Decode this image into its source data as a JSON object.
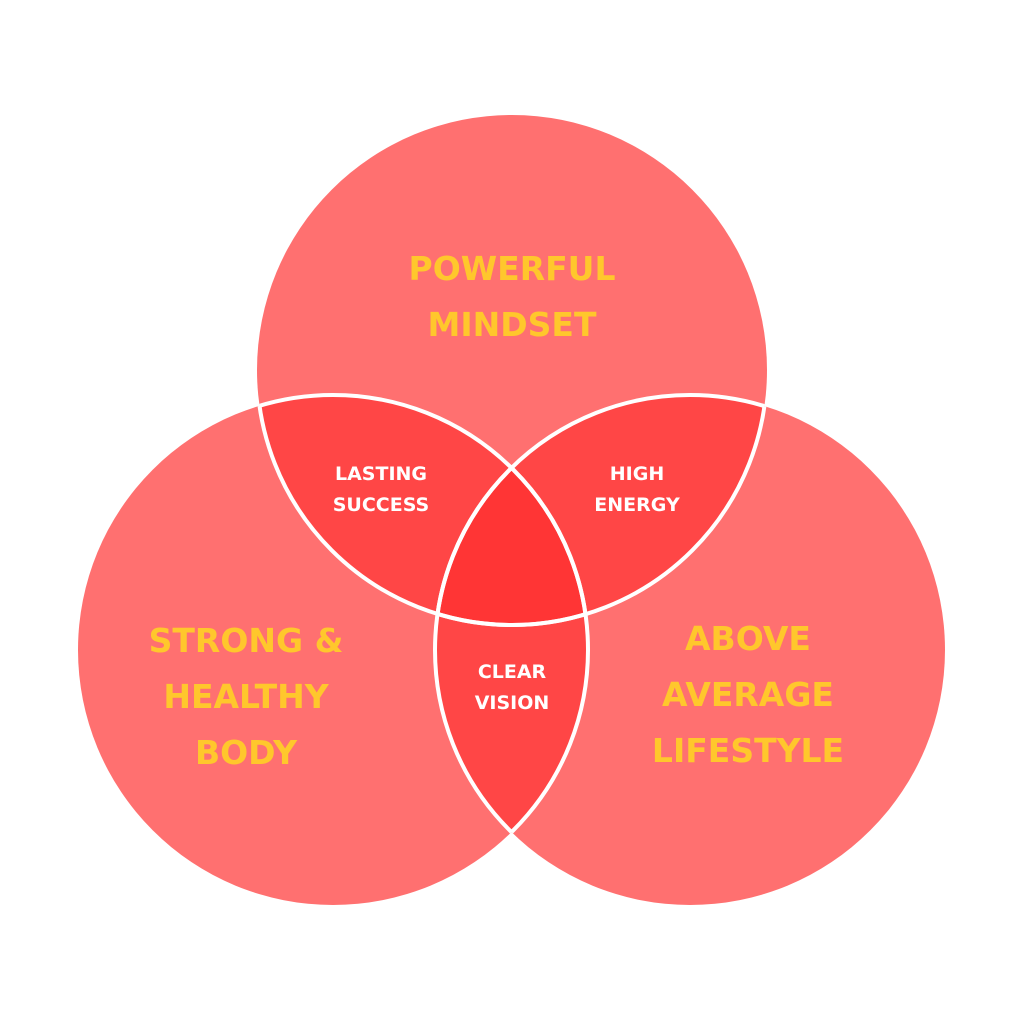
{
  "colors": {
    "circle": "#FF7070",
    "pair": "#FF4646",
    "center": "#FF3535",
    "big_text": "#FFC72C",
    "stroke": "#FFFFFF"
  },
  "circles": {
    "top": {
      "lines": [
        "POWERFUL",
        "MINDSET"
      ]
    },
    "left": {
      "lines": [
        "STRONG &",
        "HEALTHY",
        "BODY"
      ]
    },
    "right": {
      "lines": [
        "ABOVE",
        "AVERAGE",
        "LIFESTYLE"
      ]
    }
  },
  "overlaps": {
    "top_left": {
      "lines": [
        "LASTING",
        "SUCCESS"
      ]
    },
    "top_right": {
      "lines": [
        "HIGH",
        "ENERGY"
      ]
    },
    "left_right": {
      "lines": [
        "CLEAR",
        "VISION"
      ]
    }
  }
}
